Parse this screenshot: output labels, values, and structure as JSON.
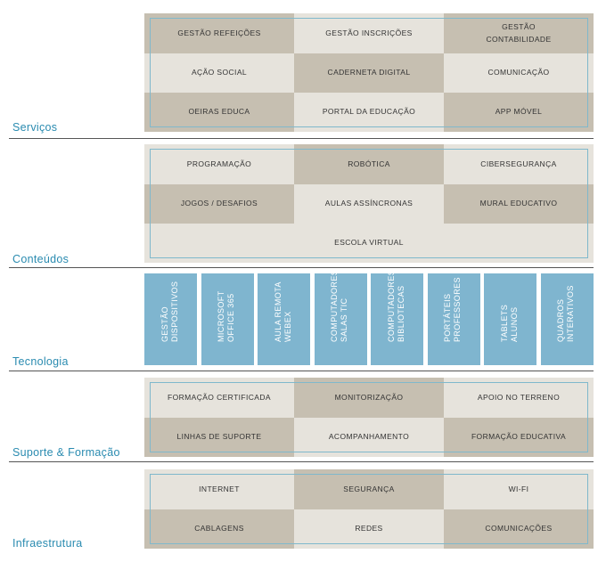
{
  "sections": {
    "servicos": {
      "label": "Serviços",
      "cells": [
        "GESTÃO REFEIÇÕES",
        "GESTÃO INSCRIÇÕES",
        "GESTÃO CONTABILIDADE",
        "AÇÃO SOCIAL",
        "CADERNETA DIGITAL",
        "COMUNICAÇÃO",
        "OEIRAS EDUCA",
        "PORTAL DA EDUCAÇÃO",
        "APP MÓVEL"
      ]
    },
    "conteudos": {
      "label": "Conteúdos",
      "cells": [
        "PROGRAMAÇÃO",
        "ROBÓTICA",
        "CIBERSEGURANÇA",
        "JOGOS / DESAFIOS",
        "AULAS ASSÍNCRONAS",
        "MURAL EDUCATIVO",
        "ESCOLA VIRTUAL"
      ]
    },
    "tecnologia": {
      "label": "Tecnologia",
      "tiles": [
        [
          "GESTÃO",
          "DISPOSITIVOS"
        ],
        [
          "MICROSOFT",
          "OFFICE 365"
        ],
        [
          "AULA REMOTA",
          "WEBEX"
        ],
        [
          "COMPUTADORES",
          "SALAS TIC"
        ],
        [
          "COMPUTADORES",
          "BIBLIOTECAS"
        ],
        [
          "PORTÁTEIS",
          "PROFESSORES"
        ],
        [
          "TABLETS",
          "ALUNOS"
        ],
        [
          "QUADROS",
          "INTERATIVOS"
        ]
      ]
    },
    "suporte": {
      "label": "Suporte & Formação",
      "cells": [
        "FORMAÇÃO CERTIFICADA",
        "MONITORIZAÇÃO",
        "APOIO NO TERRENO",
        "LINHAS DE SUPORTE",
        "ACOMPANHAMENTO",
        "FORMAÇÃO EDUCATIVA"
      ]
    },
    "infraestrutura": {
      "label": "Infraestrutura",
      "cells": [
        "INTERNET",
        "SEGURANÇA",
        "WI-FI",
        "CABLAGENS",
        "REDES",
        "COMUNICAÇÕES"
      ]
    }
  },
  "colors": {
    "label_blue": "#2a8bb0",
    "cell_dark": "#c6bfb1",
    "cell_light": "#e6e3dc",
    "tile_blue": "#7fb5cf",
    "outline_blue": "#7fb8cc"
  }
}
